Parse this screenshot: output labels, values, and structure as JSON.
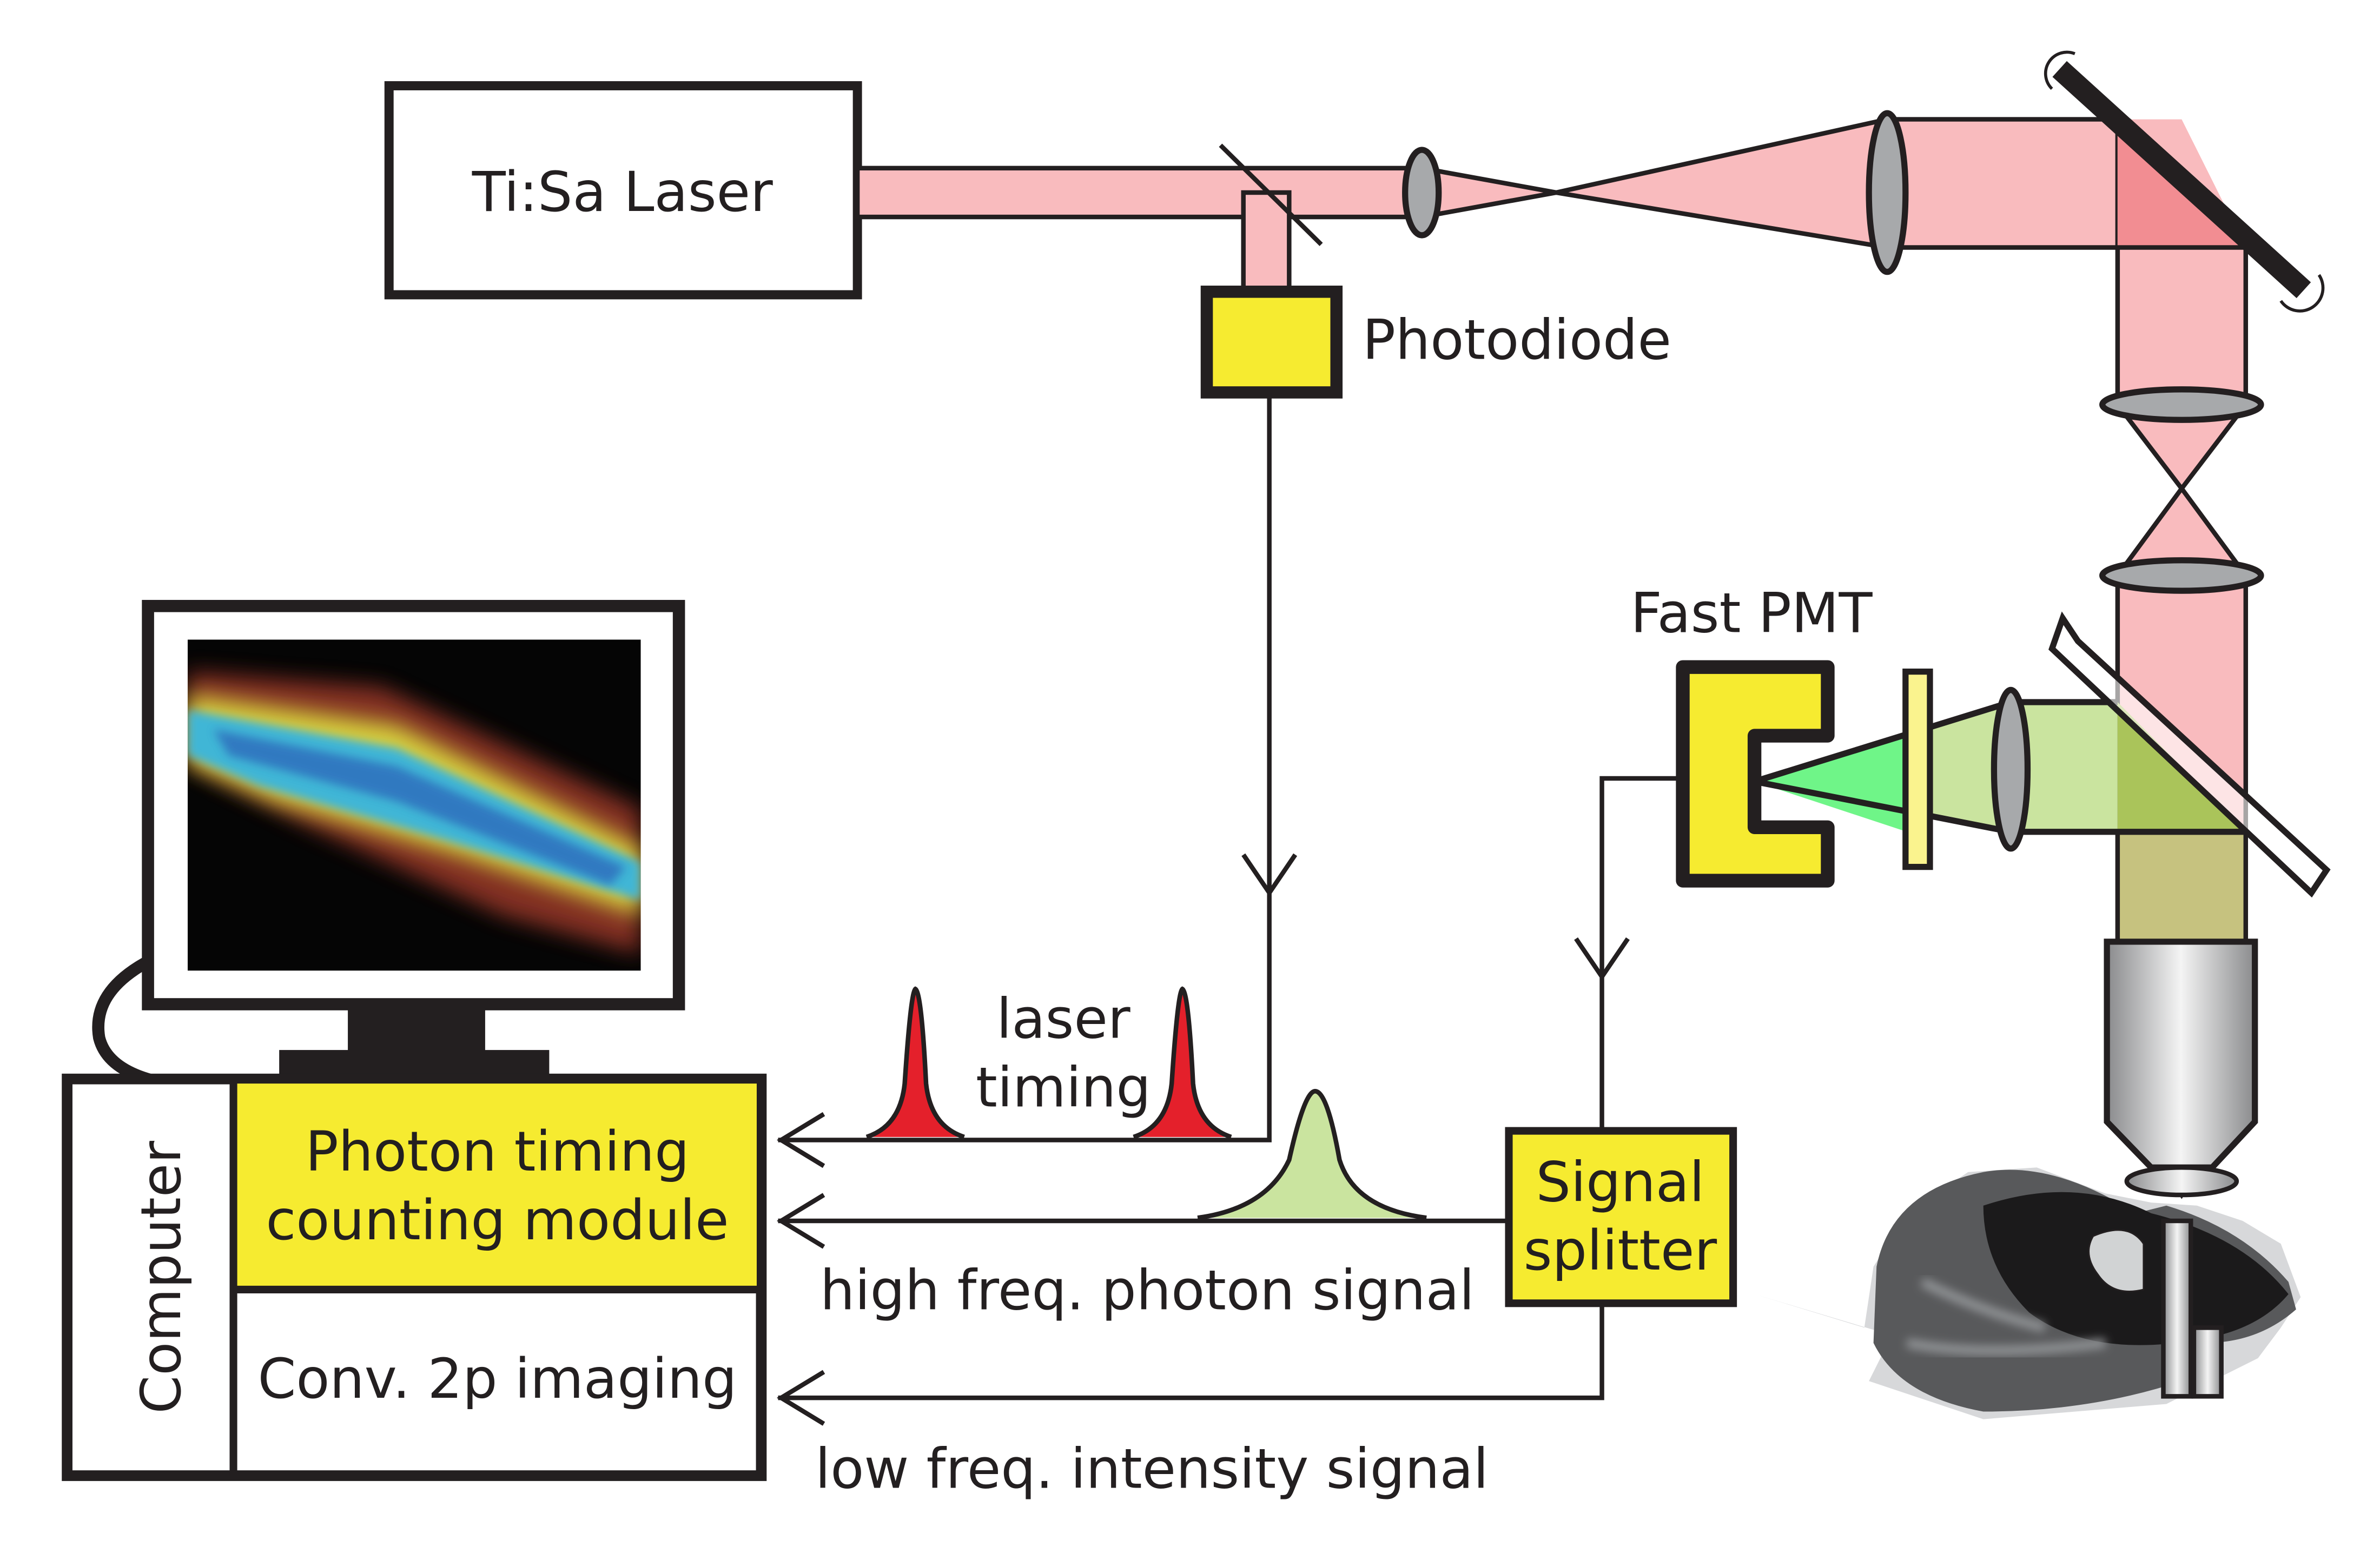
{
  "laser": {
    "label": "Ti:Sa Laser"
  },
  "photodiode": {
    "label": "Photodiode"
  },
  "pmt": {
    "label": "Fast PMT"
  },
  "splitter": {
    "line1": "Signal",
    "line2": "splitter"
  },
  "computer": {
    "label": "Computer",
    "module_line1": "Photon timing",
    "module_line2": "counting module",
    "imaging": "Conv. 2p imaging"
  },
  "signals": {
    "laser_timing_line1": "laser",
    "laser_timing_line2": "timing",
    "high_freq": "high freq. photon signal",
    "low_freq": "low freq. intensity signal"
  },
  "colors": {
    "beam_excitation": "#f9bbbe",
    "beam_emission": "#cae49f",
    "detector_yellow": "#f6eb30",
    "laser_pulse": "#e4202b",
    "photon_pulse": "#cae49f",
    "outline": "#231f20"
  }
}
